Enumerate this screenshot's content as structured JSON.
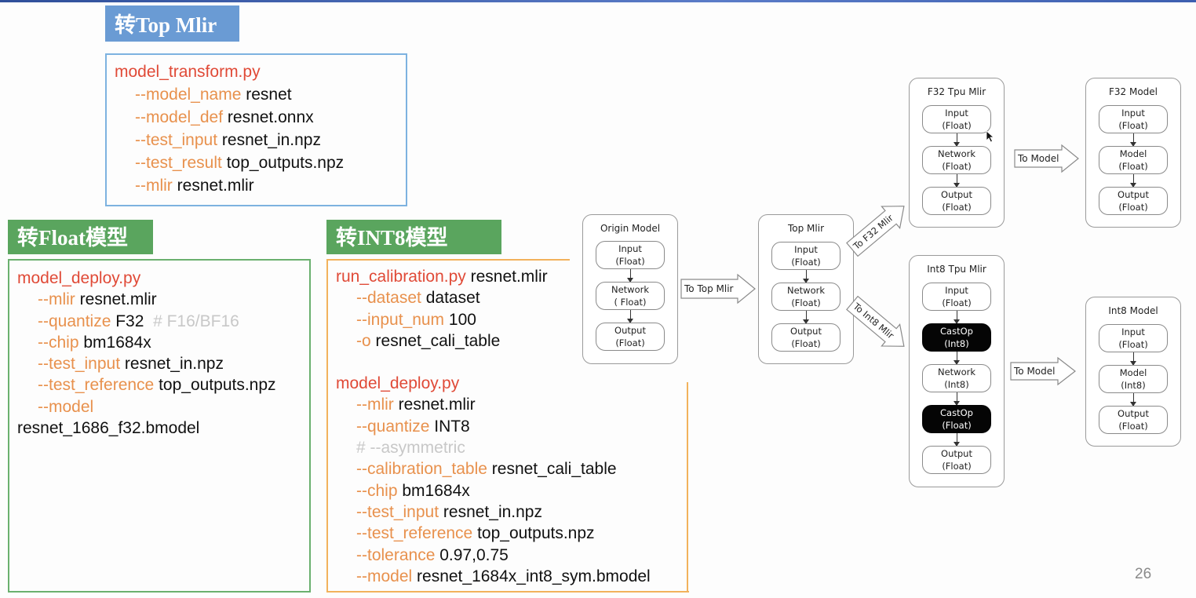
{
  "slide": {
    "page_number": "26",
    "accent_bar_color": "#3d5fb0"
  },
  "sections": {
    "top_mlir": {
      "title": "转Top Mlir",
      "color": "#6a9bd4",
      "command": "model_transform.py",
      "args": [
        {
          "flag": "--model_name",
          "value": "resnet"
        },
        {
          "flag": "--model_def",
          "value": "resnet.onnx"
        },
        {
          "flag": "--test_input",
          "value": "resnet_in.npz"
        },
        {
          "flag": "--test_result",
          "value": "top_outputs.npz"
        },
        {
          "flag": "--mlir",
          "value": "resnet.mlir"
        }
      ]
    },
    "float_model": {
      "title": "转Float模型",
      "color": "#5aa55e",
      "command": "model_deploy.py",
      "args": [
        {
          "flag": "--mlir",
          "value": "resnet.mlir"
        },
        {
          "flag": "--quantize",
          "value": "F32",
          "comment": "# F16/BF16"
        },
        {
          "flag": "--chip",
          "value": "bm1684x"
        },
        {
          "flag": "--test_input",
          "value": "resnet_in.npz"
        },
        {
          "flag": "--test_reference",
          "value": "top_outputs.npz"
        },
        {
          "flag": "--model",
          "value": ""
        }
      ],
      "trailing_line": "resnet_1686_f32.bmodel"
    },
    "int8_model": {
      "title": "转INT8模型",
      "color": "#5aa55e",
      "calibration": {
        "command": "run_calibration.py",
        "command_arg": "resnet.mlir",
        "args": [
          {
            "flag": "--dataset",
            "value": "dataset"
          },
          {
            "flag": "--input_num",
            "value": "100"
          },
          {
            "flag": "-o",
            "value": "resnet_cali_table"
          }
        ]
      },
      "deploy": {
        "command": "model_deploy.py",
        "args": [
          {
            "flag": "--mlir",
            "value": "resnet.mlir"
          },
          {
            "flag": "--quantize",
            "value": "INT8"
          },
          {
            "comment_line": "# --asymmetric"
          },
          {
            "flag": "--calibration_table",
            "value": "resnet_cali_table"
          },
          {
            "flag": "--chip",
            "value": "bm1684x"
          },
          {
            "flag": "--test_input",
            "value": "resnet_in.npz"
          },
          {
            "flag": "--test_reference",
            "value": "top_outputs.npz"
          },
          {
            "flag": "--tolerance",
            "value": "0.97,0.75"
          },
          {
            "flag": "--model",
            "value": "resnet_1684x_int8_sym.bmodel"
          }
        ]
      }
    }
  },
  "diagram": {
    "origin_model": {
      "title": "Origin Model",
      "nodes": [
        [
          "Input",
          "(Float)"
        ],
        [
          "Network",
          "( Float)"
        ],
        [
          "Output",
          "(Float)"
        ]
      ]
    },
    "top_mlir": {
      "title": "Top Mlir",
      "nodes": [
        [
          "Input",
          "(Float)"
        ],
        [
          "Network",
          "(Float)"
        ],
        [
          "Output",
          "(Float)"
        ]
      ]
    },
    "f32_tpu_mlir": {
      "title": "F32 Tpu Mlir",
      "nodes": [
        [
          "Input",
          "(Float)"
        ],
        [
          "Network",
          "(Float)"
        ],
        [
          "Output",
          "(Float)"
        ]
      ]
    },
    "f32_model": {
      "title": "F32 Model",
      "nodes": [
        [
          "Input",
          "(Float)"
        ],
        [
          "Model",
          "(Float)"
        ],
        [
          "Output",
          "(Float)"
        ]
      ]
    },
    "int8_tpu_mlir": {
      "title": "Int8 Tpu Mlir",
      "nodes": [
        [
          "Input",
          "(Float)"
        ],
        [
          "CastOp",
          "(Int8)"
        ],
        [
          "Network",
          "(Int8)"
        ],
        [
          "CastOp",
          "(Float)"
        ],
        [
          "Output",
          "(Float)"
        ]
      ]
    },
    "int8_model": {
      "title": "Int8 Model",
      "nodes": [
        [
          "Input",
          "(Float)"
        ],
        [
          "Model",
          "(Int8)"
        ],
        [
          "Output",
          "(Float)"
        ]
      ]
    },
    "arrows": {
      "to_top_mlir": "To Top Mlir",
      "to_f32_mlir": "To F32 Mlir",
      "to_int8_mlir": "To Int8 Mlir",
      "to_model_f32": "To Model",
      "to_model_int8": "To Model"
    }
  }
}
